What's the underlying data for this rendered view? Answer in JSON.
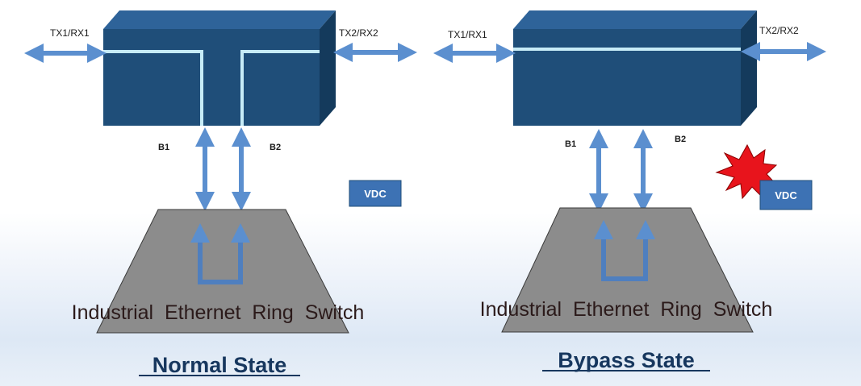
{
  "colors": {
    "box_front": "#1f4e79",
    "box_top": "#2e6399",
    "box_side": "#143a5c",
    "path_line": "#c7ecf7",
    "arrow": "#5b8fcf",
    "switch_fill": "#8c8c8c",
    "vdc_fill": "#3d72b4",
    "burst": "#e8141c",
    "state_title": "#17375e"
  },
  "panels": [
    {
      "mode": "normal",
      "port_left": "TX1/RX1",
      "port_right": "TX2/RX2",
      "bypass_left": "B1",
      "bypass_right": "B2",
      "vdc": "VDC",
      "switch_label": "Industrial  Ethernet  Ring  Switch",
      "state_title": "Normal State"
    },
    {
      "mode": "bypass",
      "port_left": "TX1/RX1",
      "port_right": "TX2/RX2",
      "bypass_left": "B1",
      "bypass_right": "B2",
      "vdc": "VDC",
      "switch_label": "Industrial  Ethernet  Ring  Switch",
      "state_title": "Bypass State"
    }
  ]
}
